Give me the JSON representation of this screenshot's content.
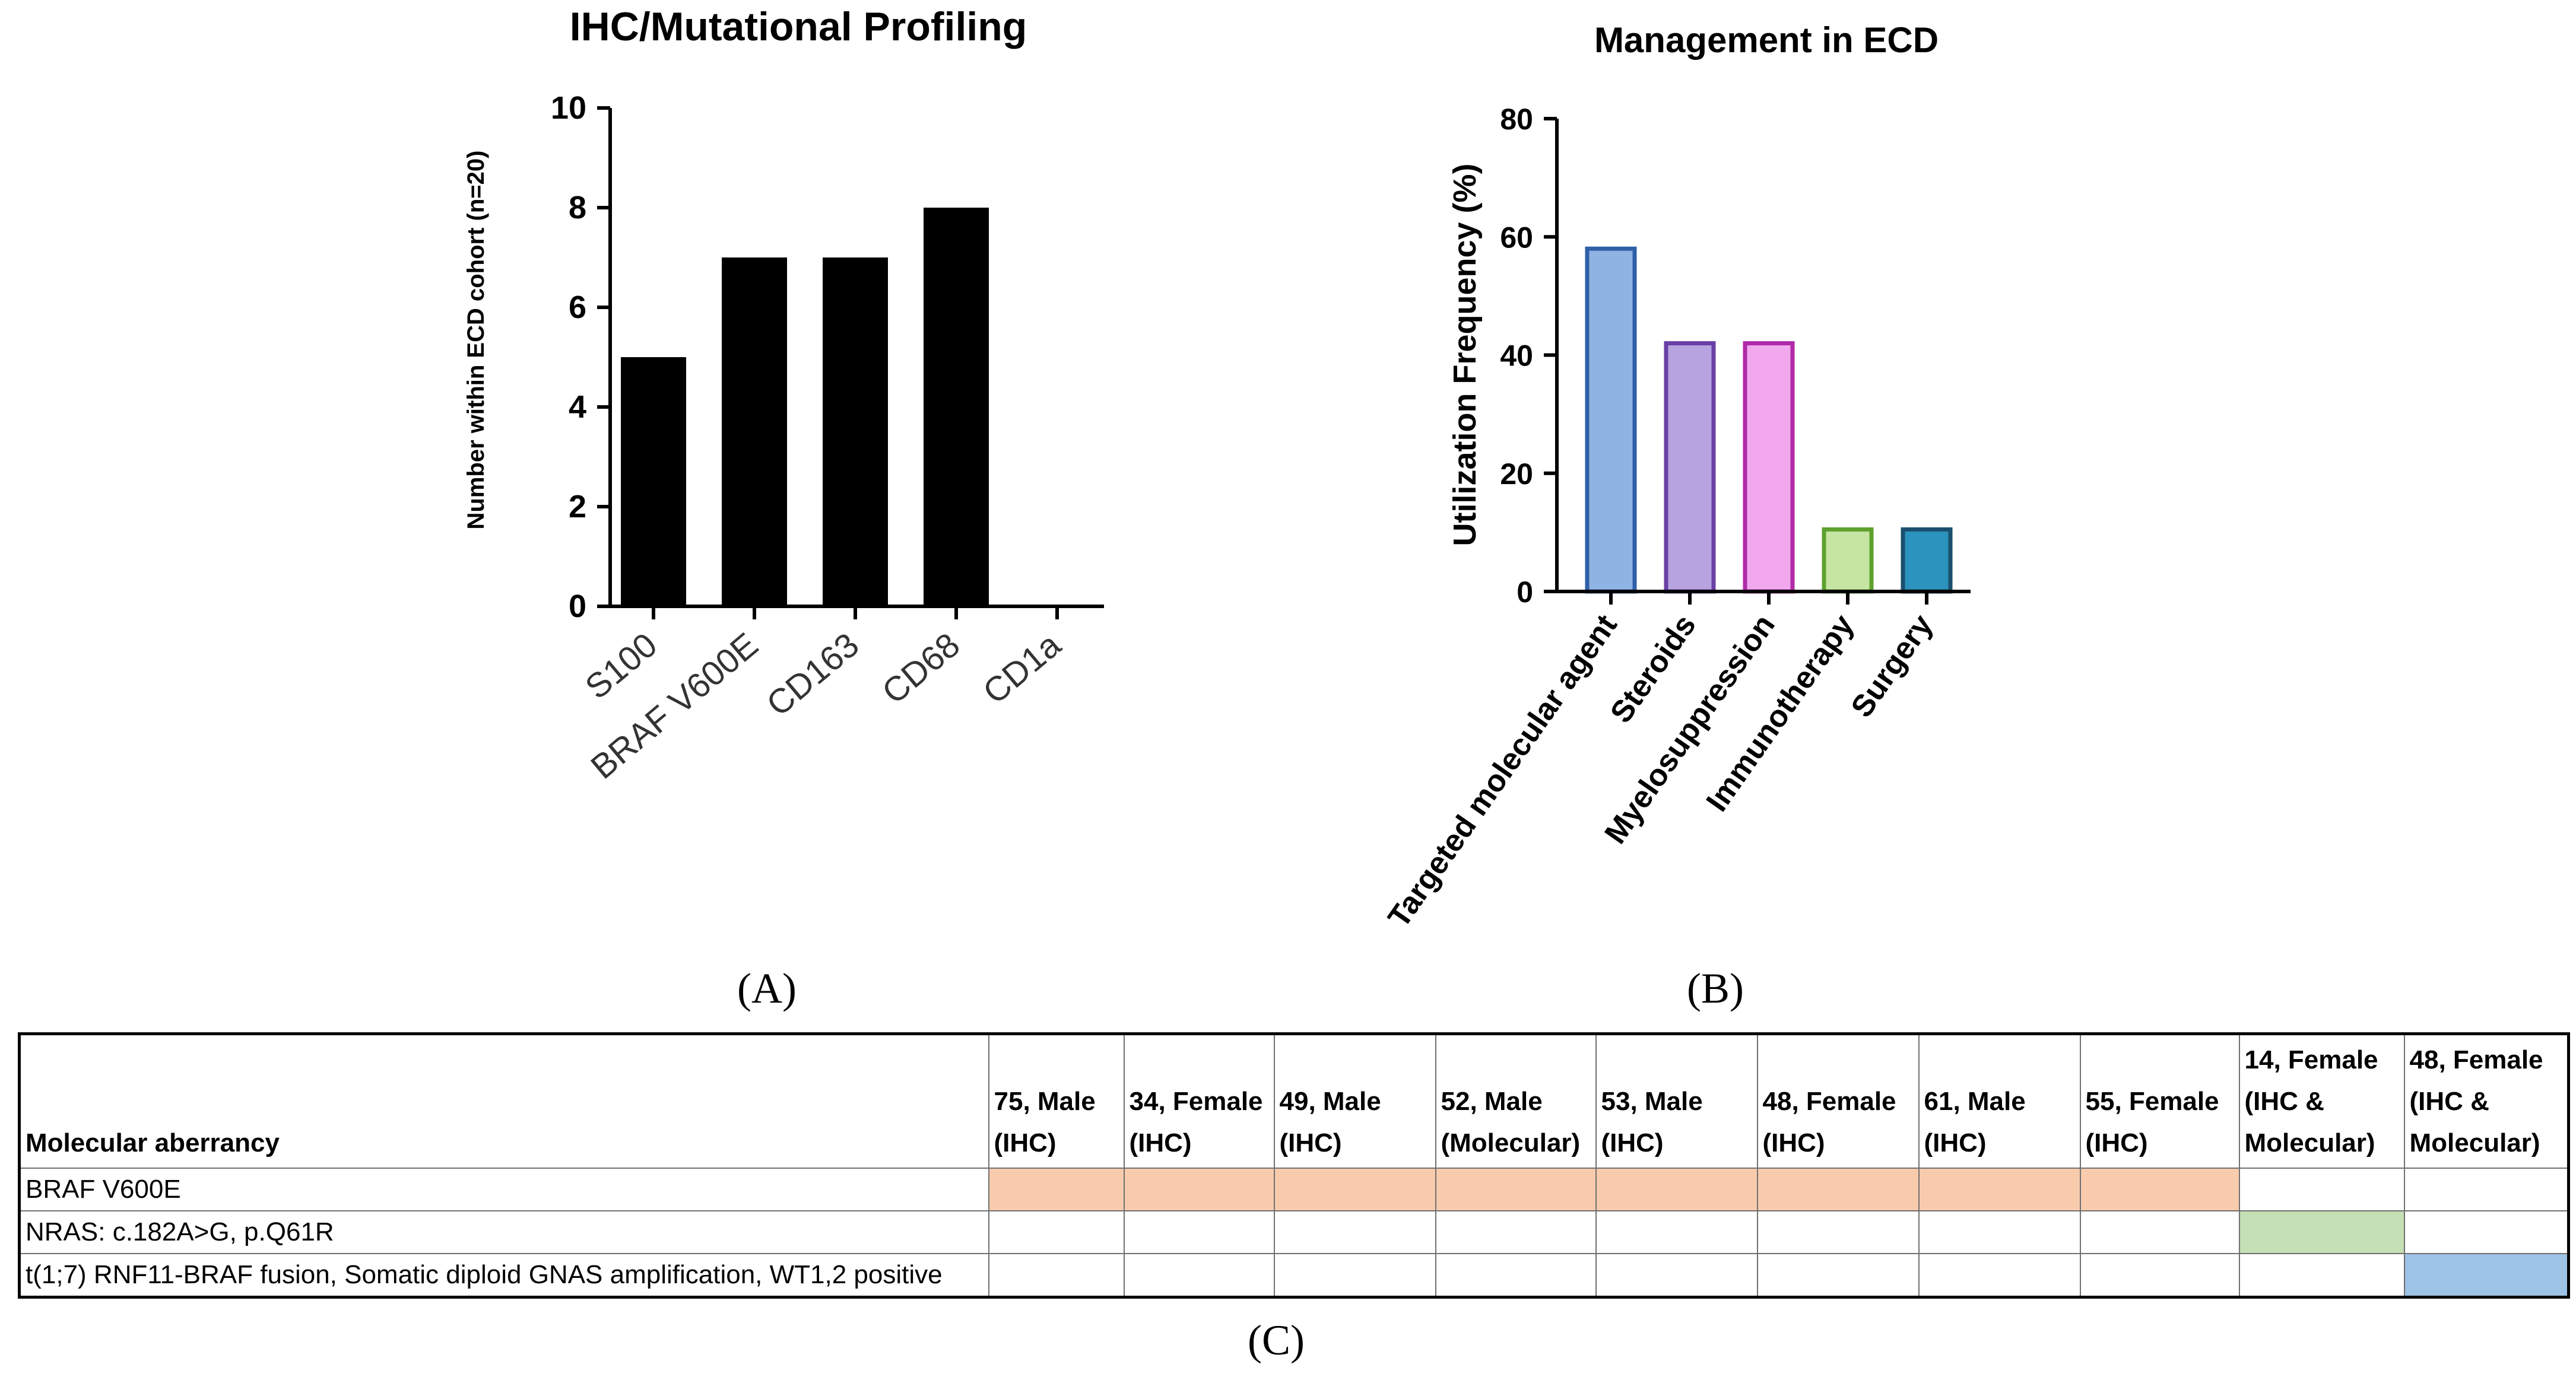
{
  "colors": {
    "bar_a": "#000000",
    "targeted": "#8fb4e3",
    "targeted_edge": "#2f5fa8",
    "steroids": "#b7a3e0",
    "steroids_edge": "#6a3fa6",
    "myelo": "#f1a8ee",
    "myelo_edge": "#b02aa8",
    "immuno": "#c6e4a2",
    "immuno_edge": "#5ea02c",
    "surgery": "#2b93bd",
    "surgery_edge": "#1b4f6e",
    "braf_cell": "#f8cbad",
    "nras_cell": "#c5e0b4",
    "fusion_cell": "#9dc3e6"
  },
  "chart_data": [
    {
      "type": "bar",
      "title": "IHC/Mutational Profiling",
      "ylabel": "Number within ECD cohort (n=20)",
      "xlabel": "",
      "categories": [
        "S100",
        "BRAF V600E",
        "CD163",
        "CD68",
        "CD1a"
      ],
      "values": [
        5,
        7,
        7,
        8,
        0
      ],
      "ylim": [
        0,
        10
      ],
      "yticks": [
        "0",
        "2",
        "4",
        "6",
        "8",
        "10"
      ],
      "grid": false
    },
    {
      "type": "bar",
      "title": "Management in ECD",
      "ylabel": "Utilization Frequency (%)",
      "xlabel": "",
      "categories": [
        "Targeted molecular agent",
        "Steroids",
        "Myelosuppression",
        "Immunotherapy",
        "Surgery"
      ],
      "values": [
        58,
        42,
        42,
        10.5,
        10.5
      ],
      "ylim": [
        0,
        80
      ],
      "yticks": [
        "0",
        "20",
        "40",
        "60",
        "80"
      ],
      "grid": false
    }
  ],
  "panels": {
    "a": "(A)",
    "b": "(B)",
    "c": "(C)"
  },
  "table": {
    "header_first": "Molecular aberrancy",
    "columns": [
      "75, Male\n(IHC)",
      "34, Female\n(IHC)",
      "49, Male\n(IHC)",
      "52, Male\n(Molecular)",
      "53, Male\n(IHC)",
      "48, Female\n(IHC)",
      "61, Male\n(IHC)",
      "55, Female\n(IHC)",
      "14, Female\n(IHC &\nMolecular)",
      "48, Female\n(IHC &\nMolecular)"
    ],
    "rows": [
      {
        "label": "BRAF V600E",
        "filled": [
          1,
          1,
          1,
          1,
          1,
          1,
          1,
          1,
          0,
          0
        ]
      },
      {
        "label": "NRAS: c.182A>G, p.Q61R",
        "filled": [
          0,
          0,
          0,
          0,
          0,
          0,
          0,
          0,
          1,
          0
        ]
      },
      {
        "label": "t(1;7)  RNF11-BRAF fusion, Somatic diploid GNAS amplification, WT1,2 positive",
        "filled": [
          0,
          0,
          0,
          0,
          0,
          0,
          0,
          0,
          0,
          1
        ]
      }
    ]
  }
}
